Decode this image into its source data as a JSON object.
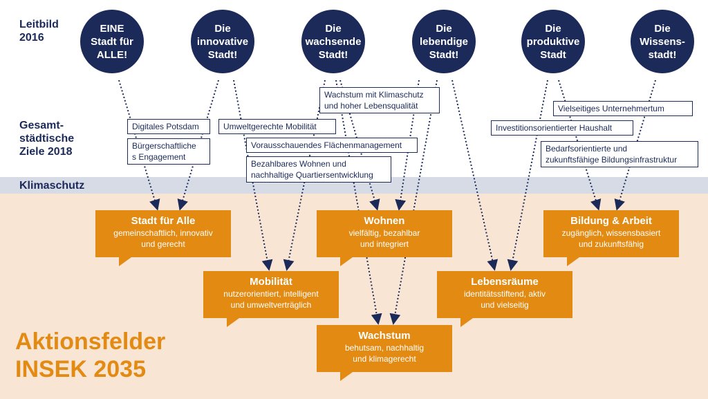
{
  "row_labels": {
    "leitbild": "Leitbild\n2016",
    "ziele": "Gesamt-\nstädtische\nZiele 2018",
    "klima": "Klimaschutz"
  },
  "leitbild": [
    "EINE\nStadt für\nALLE!",
    "Die\ninnovative\nStadt!",
    "Die\nwachsende\nStadt!",
    "Die\nlebendige\nStadt!",
    "Die\nproduktive\nStadt",
    "Die\nWissens-\nstadt!"
  ],
  "ziele": [
    "Digitales Potsdam",
    "Bürgerschaftliche\ns Engagement",
    "Umweltgerechte Mobilität",
    "Vorausschauendes Flächenmanagement",
    "Bezahlbares Wohnen und\nnachhaltige Quartiersentwicklung",
    "Wachstum mit Klimaschutz\nund hoher Lebensqualität",
    "Vielseitiges Unternehmertum",
    "Investitionsorientierter Haushalt",
    "Bedarfsorientierte und\nzukunftsfähige Bildungsinfrastruktur"
  ],
  "aktionsfelder": [
    {
      "title": "Stadt für Alle",
      "sub": "gemeinschaftlich, innovativ\nund gerecht"
    },
    {
      "title": "Wohnen",
      "sub": "vielfältig, bezahlbar\nund integriert"
    },
    {
      "title": "Bildung & Arbeit",
      "sub": "zugänglich, wissensbasiert\nund zukunftsfähig"
    },
    {
      "title": "Mobilität",
      "sub": "nutzerorientiert, intelligent\nund umweltverträglich"
    },
    {
      "title": "Lebensräume",
      "sub": "identitätsstiftend, aktiv\nund vielseitig"
    },
    {
      "title": "Wachstum",
      "sub": "behutsam, nachhaltig\nund klimagerecht"
    }
  ],
  "aktionsfelder_label": "Aktionsfelder\nINSEK 2035",
  "colors": {
    "navy": "#1b2a59",
    "orange": "#e28a12",
    "klima_band": "#d6dbe6",
    "aktion_band": "#f9e5d4"
  }
}
